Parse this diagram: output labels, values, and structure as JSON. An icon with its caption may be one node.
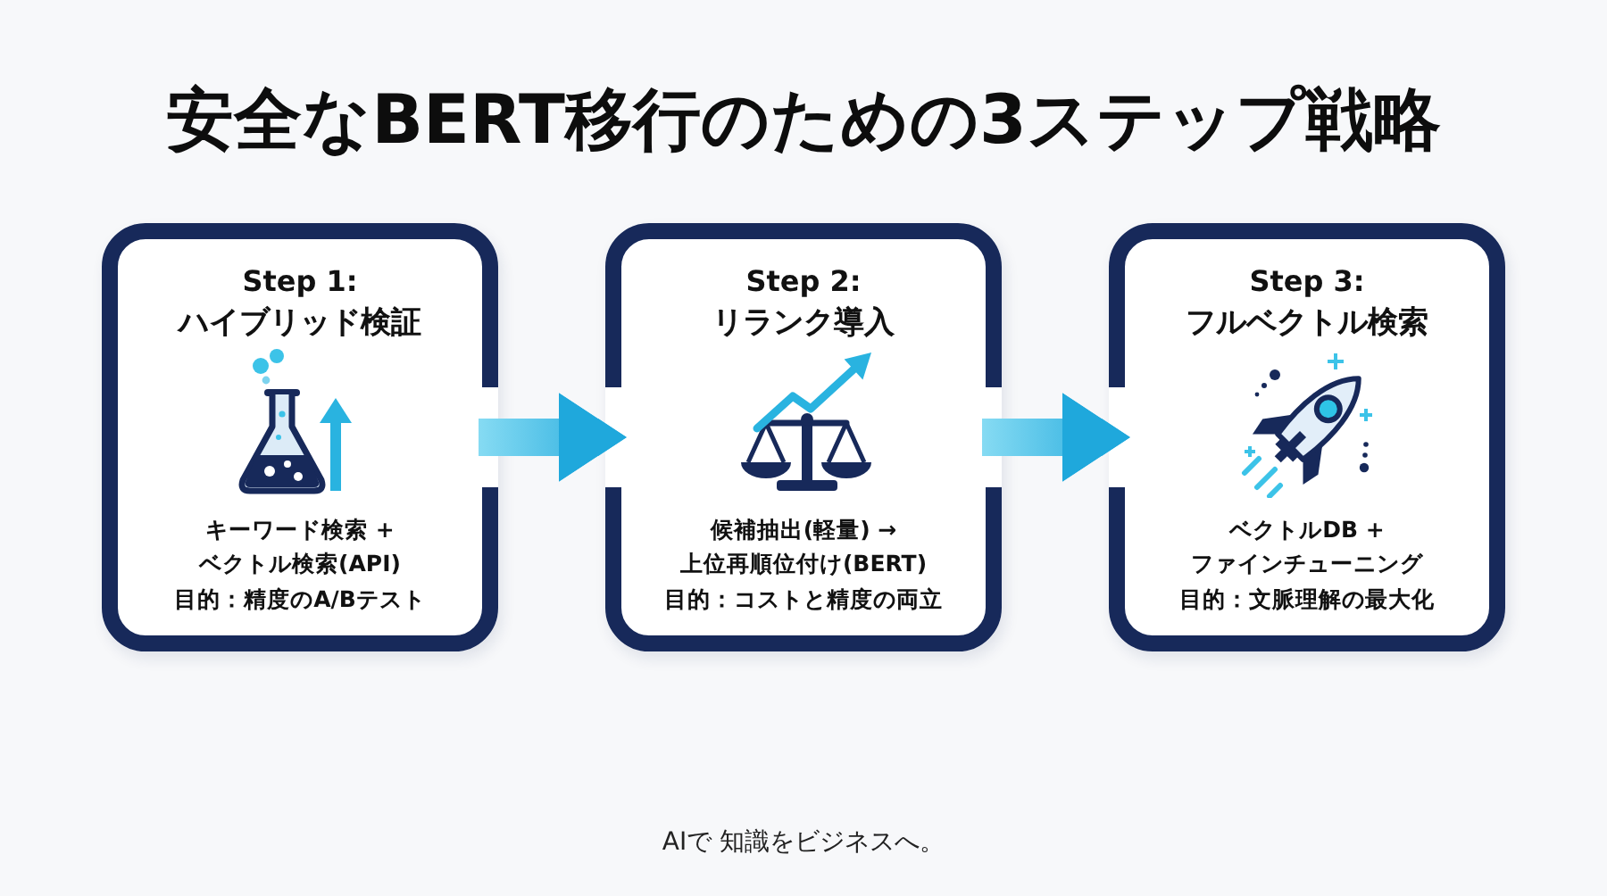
{
  "diagram": {
    "title": "安全なBERT移行のための3ステップ戦略",
    "nodes": [
      {
        "text": [
          "Step 1:",
          "ハイブリッド検証",
          "キーワード検索 + ベクトル検索(API)",
          "目的：精度のA/Bテスト"
        ]
      },
      {
        "text": [
          "Step 2:",
          "リランク導入",
          "候補抽出(軽量) → 上位再順位付け(BERT)",
          "目的：コストと精度の両立"
        ]
      },
      {
        "text": [
          "Step 3:",
          "フルベクトル検索",
          "ベクトルDB + ファインチューニング",
          "目的：文脈理解の最大化"
        ]
      }
    ],
    "edges": [
      {
        "from": 0,
        "to": 1,
        "arrow": "to"
      },
      {
        "from": 1,
        "to": 2,
        "arrow": "to"
      }
    ],
    "labels": [
      "AIで 知識をビジネスへ。"
    ]
  }
}
